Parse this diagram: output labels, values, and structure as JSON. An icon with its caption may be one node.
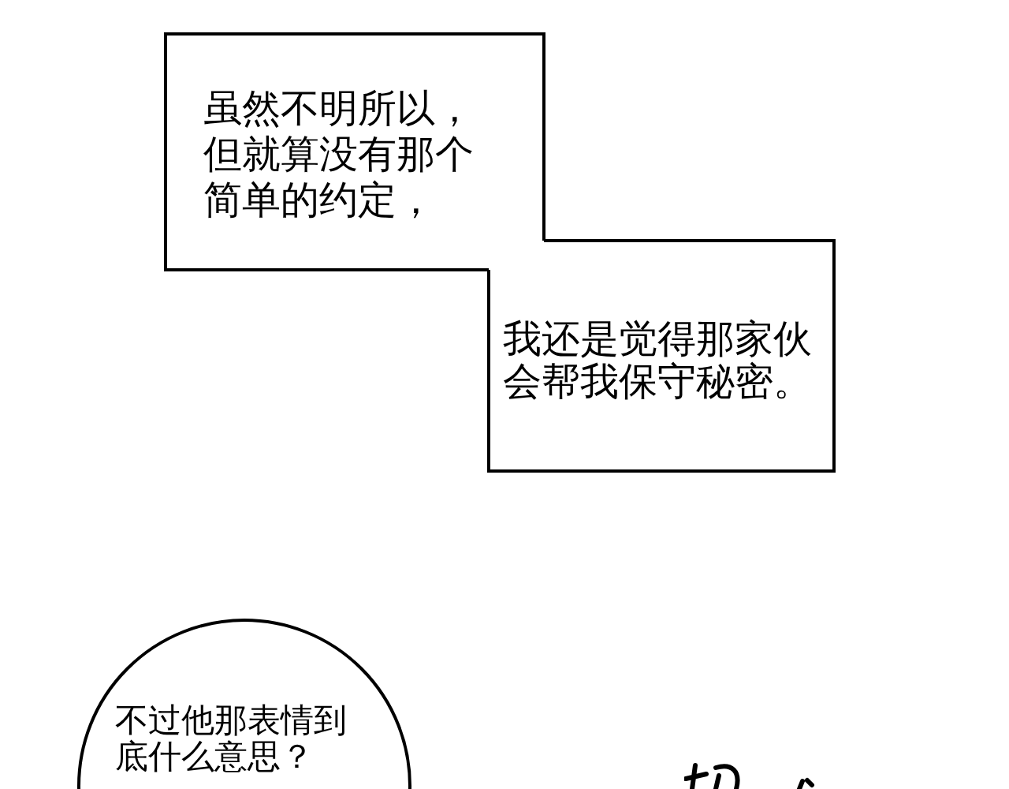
{
  "diagram": {
    "nodes": [
      {
        "text": [
          "虽然不明所以，但就算没有那个简单的约定，"
        ]
      },
      {
        "text": [
          "我还是觉得那家伙会帮我保守秘密。"
        ]
      },
      {
        "text": [
          "不过他那表情到底什么意思？"
        ]
      }
    ]
  }
}
